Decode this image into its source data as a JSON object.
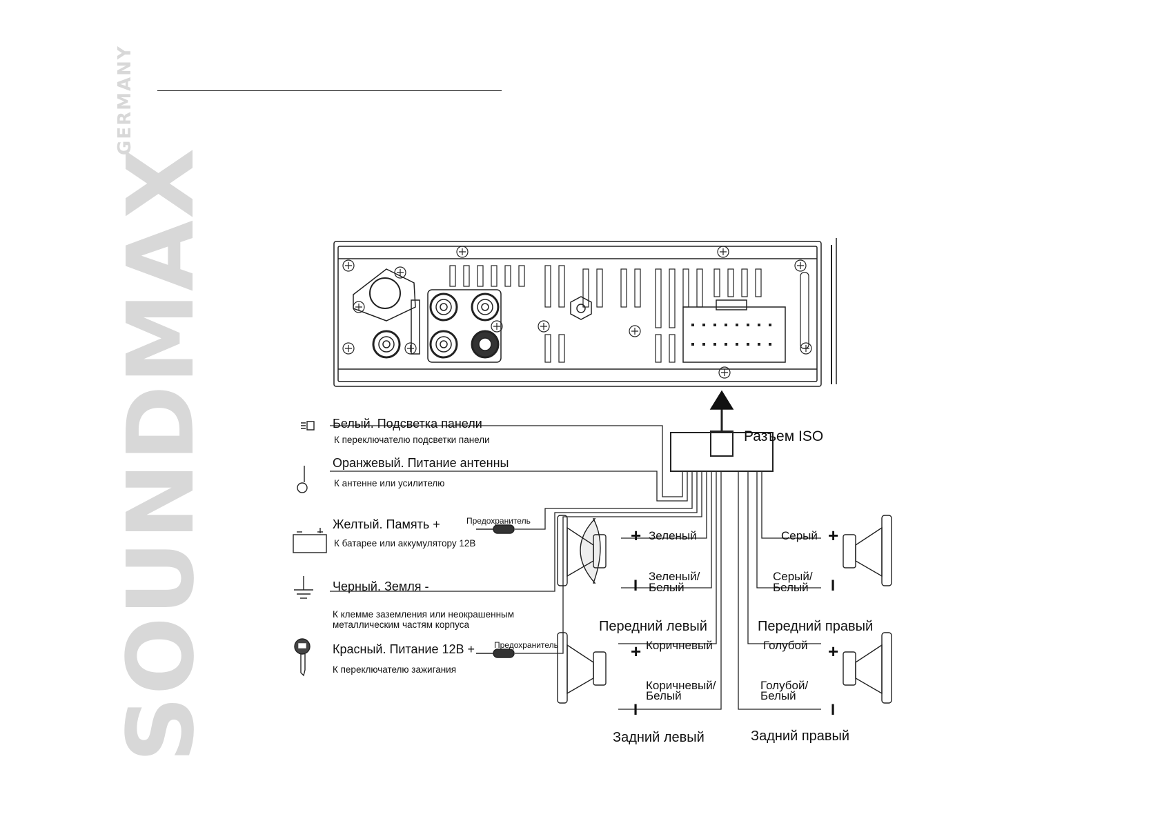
{
  "brand": {
    "name": "SOUNDMAX",
    "sub": "GERMANY"
  },
  "iso_connector": {
    "label": "Разъем ISO"
  },
  "connections": [
    {
      "id": "illumination",
      "icon": "lamp-icon",
      "title": "Белый. Подсветка панели",
      "desc": "К переключателю подсветки панели"
    },
    {
      "id": "antenna",
      "icon": "antenna-icon",
      "title": "Оранжевый. Питание антенны",
      "desc": "К антенне или усилителю"
    },
    {
      "id": "memory",
      "icon": "battery-icon",
      "title": "Желтый. Память +",
      "desc": "К батарее или аккумулятору 12В",
      "fuse": "Предохранитель"
    },
    {
      "id": "ground",
      "icon": "ground-icon",
      "title": "Черный. Земля -",
      "desc": "К клемме заземления или неокрашенным",
      "desc2": "металлическим частям корпуса"
    },
    {
      "id": "ignition",
      "icon": "key-icon",
      "title": "Красный. Питание 12В +",
      "desc": "К переключателю зажигания",
      "fuse": "Предохранитель"
    }
  ],
  "speakers": {
    "front_left": {
      "label": "Передний левый",
      "plus_wire": "Зеленый",
      "minus_wire_1": "Зеленый/",
      "minus_wire_2": "Белый"
    },
    "front_right": {
      "label": "Передний правый",
      "plus_wire": "Серый",
      "minus_wire_1": "Серый/",
      "minus_wire_2": "Белый"
    },
    "rear_left": {
      "label": "Задний левый",
      "plus_wire": "Коричневый",
      "minus_wire_1": "Коричневый/",
      "minus_wire_2": "Белый"
    },
    "rear_right": {
      "label": "Задний правый",
      "plus_wire": "Голубой",
      "minus_wire_1": "Голубой/",
      "minus_wire_2": "Белый"
    }
  },
  "signs": {
    "plus": "+",
    "minus": "I"
  }
}
